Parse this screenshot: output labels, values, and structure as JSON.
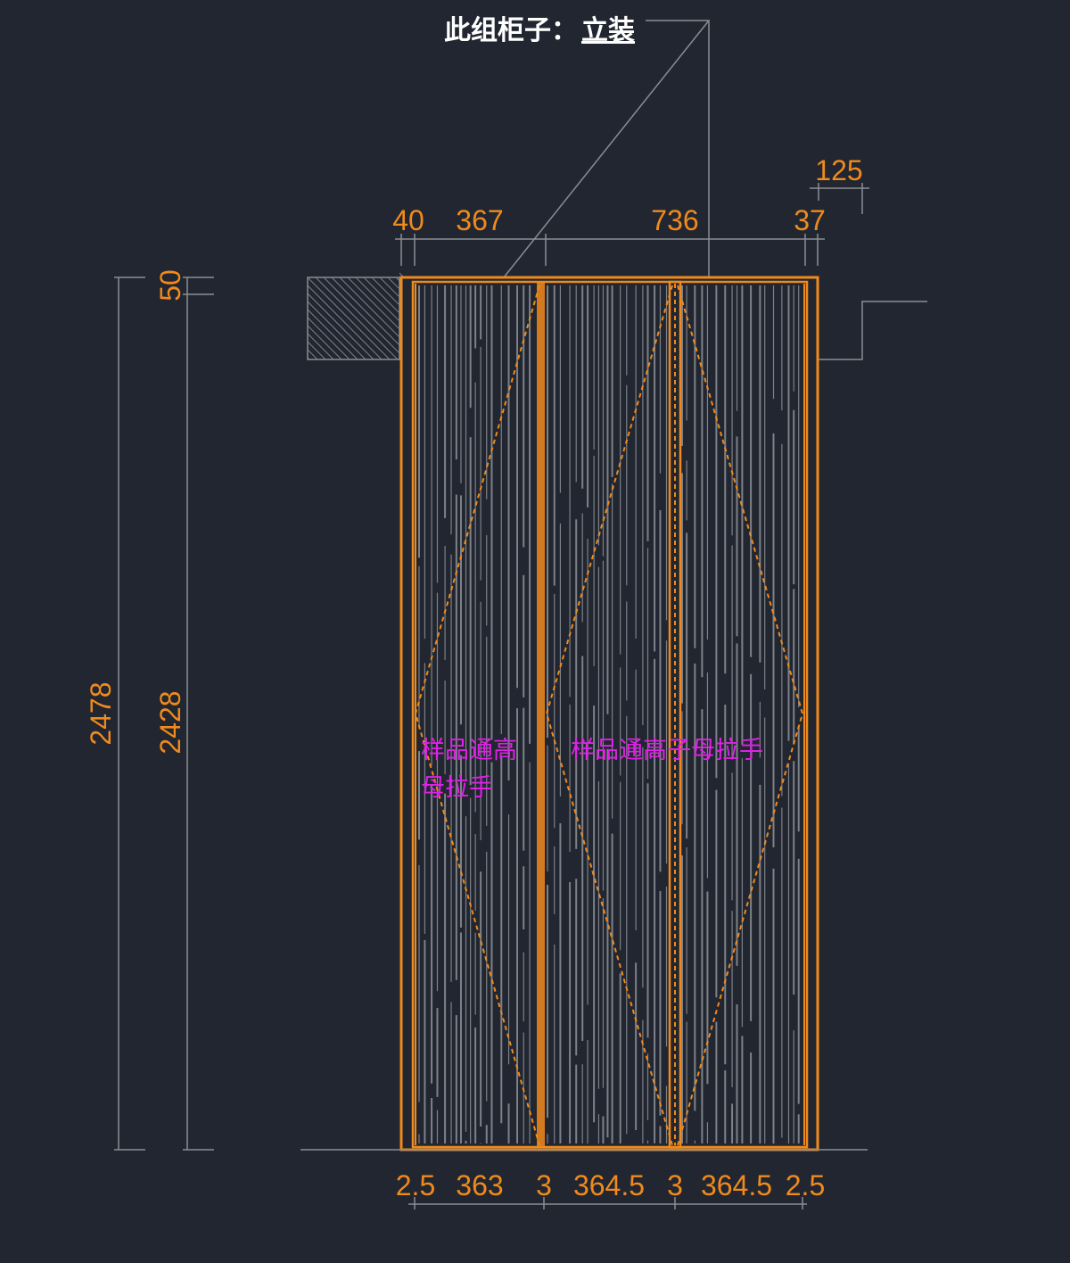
{
  "title": {
    "label": "此组柜子：",
    "value": "立装"
  },
  "top_dimensions": [
    "40",
    "367",
    "736",
    "37"
  ],
  "offset_dimension": "125",
  "left_dimensions": {
    "total_height": "2478",
    "door_height": "2428",
    "top_gap": "50"
  },
  "bottom_dimensions": [
    "2.5",
    "363",
    "3",
    "364.5",
    "3",
    "364.5",
    "2.5"
  ],
  "notes": {
    "left_door_line1": "样品通高",
    "left_door_line2": "母拉手",
    "right_doors": "样品通高子母拉手"
  },
  "colors": {
    "background": "#212630",
    "outline": "#f08a1c",
    "note": "#e020e8",
    "line": "#8a8e94"
  }
}
